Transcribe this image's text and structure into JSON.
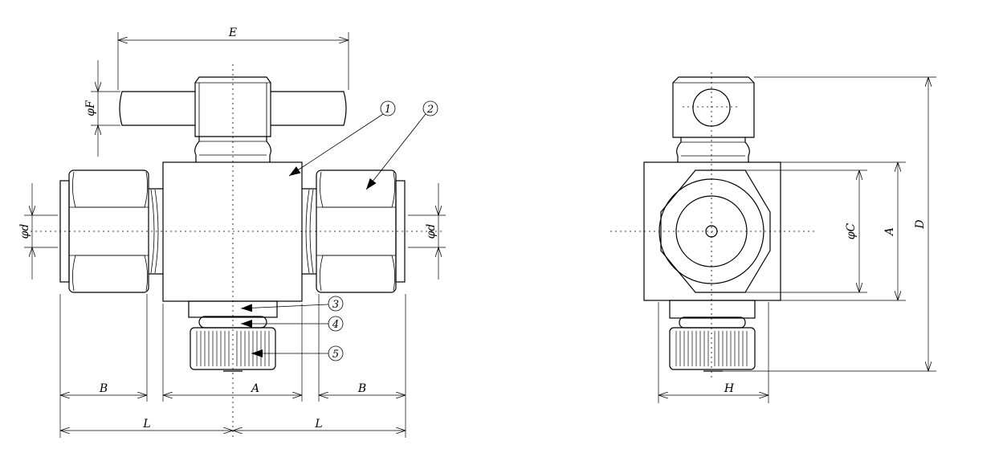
{
  "dimensions": {
    "E": "E",
    "phiF": "φF",
    "phid_left": "φd",
    "phid_right": "φd",
    "B_left": "B",
    "A_front": "A",
    "B_right": "B",
    "L_left": "L",
    "L_right": "L",
    "phiC": "φC",
    "A_side": "A",
    "D": "D",
    "H": "H"
  },
  "callouts": [
    "1",
    "2",
    "3",
    "4",
    "5"
  ]
}
